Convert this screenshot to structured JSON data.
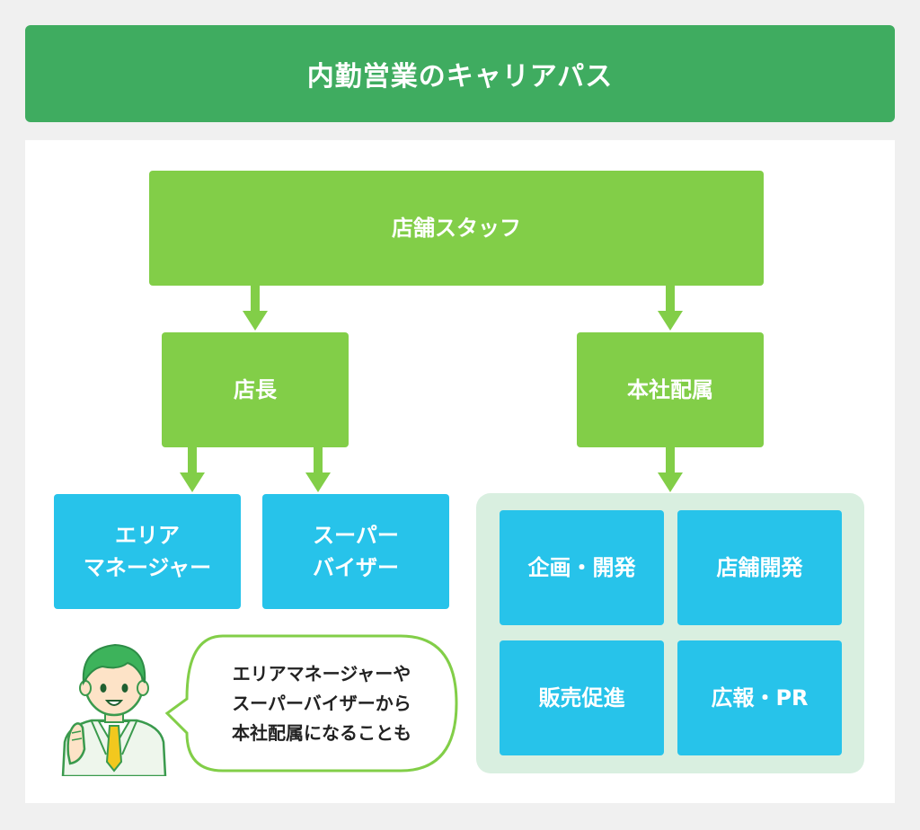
{
  "title": "内勤営業のキャリアパス",
  "nodes": {
    "store_staff": "店舗スタッフ",
    "store_manager": "店長",
    "hq_assignment": "本社配属",
    "area_manager": [
      "エリア",
      "マネージャー"
    ],
    "supervisor": [
      "スーパー",
      "バイザー"
    ],
    "planning_dev": "企画・開発",
    "store_dev": "店舗開発",
    "sales_promo": "販売促進",
    "pr": "広報・PR"
  },
  "speech": [
    "エリアマネージャーや",
    "スーパーバイザーから",
    "本社配属になることも"
  ],
  "colors": {
    "header": "#3fac60",
    "node_green": "#82ce48",
    "node_blue": "#27c3ea",
    "group_bg": "#d9efe0",
    "bubble_border": "#82ce48"
  }
}
